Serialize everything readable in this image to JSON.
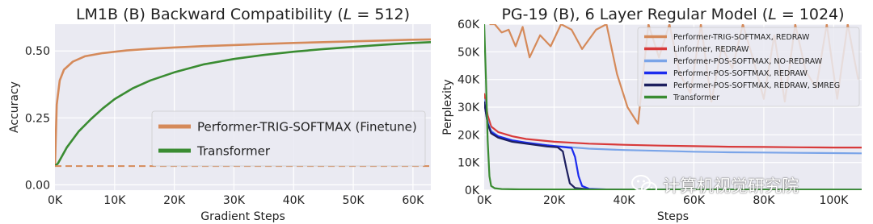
{
  "chart_data": [
    {
      "type": "line",
      "title": "LM1B (B) Backward Compatibility (L = 512)",
      "title_parts": {
        "prefix": "LM1B (B) Backward Compatibility (",
        "var": "L",
        "rest": " = 512)"
      },
      "xlabel": "Gradient Steps",
      "ylabel": "Accuracy",
      "xlim": [
        0,
        63000
      ],
      "ylim": [
        -0.02,
        0.6
      ],
      "xticks": [
        0,
        10000,
        20000,
        30000,
        40000,
        50000,
        60000
      ],
      "xtick_labels": [
        "0K",
        "10K",
        "20K",
        "30K",
        "40K",
        "50K",
        "60K"
      ],
      "yticks": [
        0.0,
        0.25,
        0.5
      ],
      "ytick_labels": [
        "0.00",
        "0.25",
        "0.50"
      ],
      "grid": true,
      "legend_position": "center-right",
      "series": [
        {
          "name": "Performer-TRIG-SOFTMAX (Finetune)",
          "color": "#d58a5a",
          "style": "solid",
          "x": [
            0,
            300,
            800,
            1500,
            3000,
            5000,
            8000,
            12000,
            16000,
            20000,
            25000,
            30000,
            35000,
            40000,
            45000,
            50000,
            55000,
            60000,
            63000
          ],
          "y": [
            0.07,
            0.3,
            0.39,
            0.43,
            0.46,
            0.48,
            0.492,
            0.502,
            0.508,
            0.513,
            0.518,
            0.522,
            0.526,
            0.53,
            0.533,
            0.536,
            0.539,
            0.542,
            0.543
          ]
        },
        {
          "name": "Transformer",
          "color": "#3a8c32",
          "style": "solid",
          "x": [
            0,
            500,
            1000,
            2000,
            4000,
            6000,
            8000,
            10000,
            13000,
            16000,
            20000,
            25000,
            30000,
            35000,
            40000,
            45000,
            50000,
            55000,
            60000,
            63000
          ],
          "y": [
            0.07,
            0.08,
            0.1,
            0.14,
            0.2,
            0.245,
            0.285,
            0.32,
            0.36,
            0.39,
            0.42,
            0.45,
            0.47,
            0.485,
            0.497,
            0.507,
            0.515,
            0.523,
            0.53,
            0.533
          ]
        },
        {
          "name": "",
          "color": "#d58a5a",
          "style": "dashed",
          "x": [
            0,
            63000
          ],
          "y": [
            0.07,
            0.07
          ]
        }
      ]
    },
    {
      "type": "line",
      "title": "PG-19 (B), 6 Layer Regular Model (L = 1024)",
      "title_parts": {
        "prefix": "PG-19 (B), 6 Layer Regular Model (",
        "var": "L",
        "rest": " = 1024)"
      },
      "xlabel": "Steps",
      "ylabel": "Perplexity",
      "xlim": [
        0,
        108000
      ],
      "ylim": [
        0,
        60000
      ],
      "xticks": [
        0,
        20000,
        40000,
        60000,
        80000,
        100000
      ],
      "xtick_labels": [
        "0K",
        "20K",
        "40K",
        "60K",
        "80K",
        "100K"
      ],
      "yticks": [
        0,
        10000,
        20000,
        30000,
        40000,
        50000,
        60000
      ],
      "ytick_labels": [
        "0K",
        "10K",
        "20K",
        "30K",
        "40K",
        "50K",
        "60K"
      ],
      "grid": true,
      "legend_position": "top-right",
      "series": [
        {
          "name": "Performer-TRIG-SOFTMAX, REDRAW",
          "color": "#d58a5a",
          "style": "solid",
          "x": [
            1500,
            3000,
            5000,
            7000,
            9000,
            11000,
            13000,
            16000,
            19000,
            22000,
            25000,
            28000,
            32000,
            35000,
            38000,
            41000,
            44000,
            47000,
            50000,
            53000,
            56000,
            59000,
            62000,
            65000,
            68000,
            71000,
            74000,
            77000,
            80000,
            83000,
            86000,
            89000,
            92000,
            95000,
            98000,
            101000,
            104000,
            107000
          ],
          "y": [
            60000,
            60000,
            57000,
            58000,
            52000,
            59000,
            48000,
            56000,
            52000,
            60000,
            58000,
            51000,
            58000,
            60000,
            42000,
            30000,
            24000,
            60000,
            48000,
            60000,
            42000,
            35000,
            60000,
            32000,
            52000,
            44000,
            60000,
            47000,
            33000,
            56000,
            32000,
            60000,
            43000,
            37000,
            60000,
            33000,
            60000,
            40000
          ]
        },
        {
          "name": "Linformer, REDRAW",
          "color": "#d83a3a",
          "style": "solid",
          "x": [
            0,
            1000,
            2000,
            4000,
            8000,
            12000,
            20000,
            30000,
            40000,
            50000,
            60000,
            70000,
            80000,
            90000,
            100000,
            108000
          ],
          "y": [
            35000,
            27000,
            23000,
            21000,
            19500,
            18500,
            17500,
            16800,
            16400,
            16100,
            15900,
            15700,
            15600,
            15500,
            15400,
            15400
          ]
        },
        {
          "name": "Performer-POS-SOFTMAX, NO-REDRAW",
          "color": "#7aa4e8",
          "style": "solid",
          "x": [
            0,
            1000,
            2000,
            4000,
            8000,
            12000,
            20000,
            30000,
            40000,
            50000,
            60000,
            70000,
            80000,
            90000,
            100000,
            108000
          ],
          "y": [
            33000,
            25000,
            21500,
            19500,
            18000,
            17000,
            16000,
            15000,
            14500,
            14200,
            13900,
            13700,
            13600,
            13500,
            13400,
            13300
          ]
        },
        {
          "name": "Performer-POS-SOFTMAX, REDRAW",
          "color": "#1c2cee",
          "style": "solid",
          "x": [
            0,
            1000,
            2000,
            4000,
            8000,
            12000,
            18000,
            22000,
            24000,
            25000,
            26000,
            27000,
            28000,
            30000,
            35000,
            40000,
            60000,
            108000
          ],
          "y": [
            32000,
            24000,
            21000,
            19500,
            18000,
            17200,
            16200,
            15700,
            15400,
            15300,
            12000,
            5000,
            1500,
            500,
            250,
            200,
            150,
            150
          ]
        },
        {
          "name": "Performer-POS-SOFTMAX, REDRAW, SMREG",
          "color": "#1d1f5f",
          "style": "solid",
          "x": [
            0,
            1000,
            2000,
            4000,
            8000,
            12000,
            18000,
            21000,
            22500,
            23500,
            24500,
            26000,
            30000,
            40000,
            60000,
            108000
          ],
          "y": [
            32000,
            24000,
            20500,
            19000,
            17500,
            16800,
            15800,
            15500,
            14000,
            8000,
            2500,
            800,
            300,
            200,
            150,
            150
          ]
        },
        {
          "name": "Transformer",
          "color": "#3a8c32",
          "style": "solid",
          "x": [
            0,
            500,
            1000,
            1500,
            2000,
            3000,
            5000,
            10000,
            20000,
            40000,
            108000
          ],
          "y": [
            60000,
            40000,
            18000,
            5000,
            1500,
            700,
            400,
            300,
            250,
            220,
            200
          ]
        }
      ]
    }
  ],
  "watermark": {
    "text": "计算机视觉研究院",
    "icon": "wechat-icon"
  }
}
